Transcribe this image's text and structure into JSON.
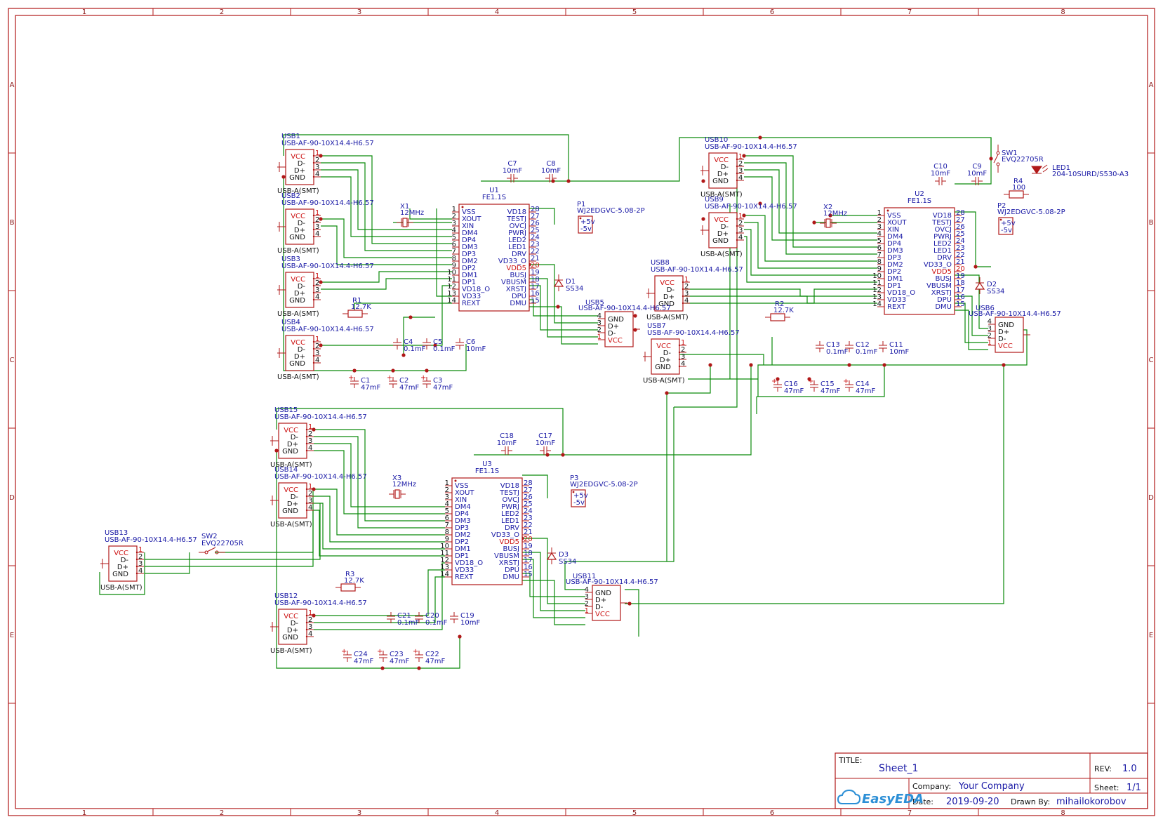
{
  "sheet": {
    "columns": [
      "1",
      "2",
      "3",
      "4",
      "5",
      "6",
      "7",
      "8"
    ],
    "rows": [
      "A",
      "B",
      "C",
      "D",
      "E"
    ]
  },
  "title_block": {
    "title_label": "TITLE:",
    "title_value": "Sheet_1",
    "rev_label": "REV:",
    "rev_value": "1.0",
    "company_label": "Company:",
    "company_value": "Your Company",
    "sheet_label": "Sheet:",
    "sheet_value": "1/1",
    "date_label": "Date:",
    "date_value": "2019-09-20",
    "drawn_label": "Drawn By:",
    "drawn_value": "mihailokorobov",
    "logo": "EasyEDA"
  },
  "colors": {
    "wire": "#0a8a0a",
    "component": "#b01818",
    "label": "#1a1aa6",
    "power_pin": "#cc1111"
  },
  "hub_pins": {
    "left": [
      "VSS",
      "XOUT",
      "XIN",
      "DM4",
      "DP4",
      "DM3",
      "DP3",
      "DM2",
      "DP2",
      "DM1",
      "DP1",
      "VD18_O",
      "VD33",
      "REXT"
    ],
    "right": [
      "VD18",
      "TESTJ",
      "OVCJ",
      "PWRJ",
      "LED2",
      "LED1",
      "DRV",
      "VD33_O",
      "VDD5",
      "BUSJ",
      "VBUSM",
      "XRSTJ",
      "DPU",
      "DMU"
    ],
    "right_numbers": [
      "28",
      "27",
      "26",
      "25",
      "24",
      "23",
      "22",
      "21",
      "20",
      "19",
      "18",
      "17",
      "16",
      "15"
    ]
  },
  "hubs": [
    {
      "ref": "U1",
      "part": "FE1.1S"
    },
    {
      "ref": "U2",
      "part": "FE1.1S"
    },
    {
      "ref": "U3",
      "part": "FE1.1S"
    }
  ],
  "usb_pins": [
    "VCC",
    "D-",
    "D+",
    "GND"
  ],
  "usb_ports": [
    {
      "ref": "USB1",
      "part": "USB-AF-90-10X14.4-H6.57",
      "footprint": "USB-A(SMT)"
    },
    {
      "ref": "USB2",
      "part": "USB-AF-90-10X14.4-H6.57",
      "footprint": "USB-A(SMT)"
    },
    {
      "ref": "USB3",
      "part": "USB-AF-90-10X14.4-H6.57",
      "footprint": "USB-A(SMT)"
    },
    {
      "ref": "USB4",
      "part": "USB-AF-90-10X14.4-H6.57",
      "footprint": "USB-A(SMT)"
    },
    {
      "ref": "USB5",
      "part": "USB-AF-90-10X14.4-H6.57",
      "footprint": ""
    },
    {
      "ref": "USB6",
      "part": "USB-AF-90-10X14.4-H6.57",
      "footprint": ""
    },
    {
      "ref": "USB7",
      "part": "USB-AF-90-10X14.4-H6.57",
      "footprint": "USB-A(SMT)"
    },
    {
      "ref": "USB8",
      "part": "USB-AF-90-10X14.4-H6.57",
      "footprint": "USB-A(SMT)"
    },
    {
      "ref": "USB9",
      "part": "USB-AF-90-10X14.4-H6.57",
      "footprint": "USB-A(SMT)"
    },
    {
      "ref": "USB10",
      "part": "USB-AF-90-10X14.4-H6.57",
      "footprint": "USB-A(SMT)"
    },
    {
      "ref": "USB11",
      "part": "USB-AF-90-10X14.4-H6.57",
      "footprint": ""
    },
    {
      "ref": "USB12",
      "part": "USB-AF-90-10X14.4-H6.57",
      "footprint": "USB-A(SMT)"
    },
    {
      "ref": "USB13",
      "part": "USB-AF-90-10X14.4-H6.57",
      "footprint": "USB-A(SMT)"
    },
    {
      "ref": "USB14",
      "part": "USB-AF-90-10X14.4-H6.57",
      "footprint": "USB-A(SMT)"
    },
    {
      "ref": "USB15",
      "part": "USB-AF-90-10X14.4-H6.57",
      "footprint": "USB-A(SMT)"
    }
  ],
  "capacitors": [
    {
      "ref": "C1",
      "value": "47mF"
    },
    {
      "ref": "C2",
      "value": "47mF"
    },
    {
      "ref": "C3",
      "value": "47mF"
    },
    {
      "ref": "C4",
      "value": "0.1mF"
    },
    {
      "ref": "C5",
      "value": "0.1mF"
    },
    {
      "ref": "C6",
      "value": "10mF"
    },
    {
      "ref": "C7",
      "value": "10mF"
    },
    {
      "ref": "C8",
      "value": "10mF"
    },
    {
      "ref": "C9",
      "value": "10mF"
    },
    {
      "ref": "C10",
      "value": "10mF"
    },
    {
      "ref": "C11",
      "value": "10mF"
    },
    {
      "ref": "C12",
      "value": "0.1mF"
    },
    {
      "ref": "C13",
      "value": "0.1mF"
    },
    {
      "ref": "C14",
      "value": "47mF"
    },
    {
      "ref": "C15",
      "value": "47mF"
    },
    {
      "ref": "C16",
      "value": "47mF"
    },
    {
      "ref": "C17",
      "value": "10mF"
    },
    {
      "ref": "C18",
      "value": "10mF"
    },
    {
      "ref": "C19",
      "value": "10mF"
    },
    {
      "ref": "C20",
      "value": "0.1mF"
    },
    {
      "ref": "C21",
      "value": "0.1mF"
    },
    {
      "ref": "C22",
      "value": "47mF"
    },
    {
      "ref": "C23",
      "value": "47mF"
    },
    {
      "ref": "C24",
      "value": "47mF"
    }
  ],
  "resistors": [
    {
      "ref": "R1",
      "value": "12.7K"
    },
    {
      "ref": "R2",
      "value": "12.7K"
    },
    {
      "ref": "R3",
      "value": "12.7K"
    },
    {
      "ref": "R4",
      "value": "100"
    }
  ],
  "crystals": [
    {
      "ref": "X1",
      "value": "12MHz"
    },
    {
      "ref": "X2",
      "value": "12MHz"
    },
    {
      "ref": "X3",
      "value": "12MHz"
    }
  ],
  "diodes": [
    {
      "ref": "D1",
      "part": "SS34"
    },
    {
      "ref": "D2",
      "part": "SS34"
    },
    {
      "ref": "D3",
      "part": "SS34"
    }
  ],
  "connectors": [
    {
      "ref": "P1",
      "part": "WJ2EDGVC-5.08-2P",
      "pin1": "+5v",
      "pin2": "-5v"
    },
    {
      "ref": "P2",
      "part": "WJ2EDGVC-5.08-2P",
      "pin1": "+5v",
      "pin2": "-5v"
    },
    {
      "ref": "P3",
      "part": "WJ2EDGVC-5.08-2P",
      "pin1": "+5v",
      "pin2": "-5v"
    }
  ],
  "switches": [
    {
      "ref": "SW1",
      "part": "EVQ22705R"
    },
    {
      "ref": "SW2",
      "part": "EVQ22705R"
    }
  ],
  "led": {
    "ref": "LED1",
    "part": "204-10SURD/S530-A3"
  }
}
